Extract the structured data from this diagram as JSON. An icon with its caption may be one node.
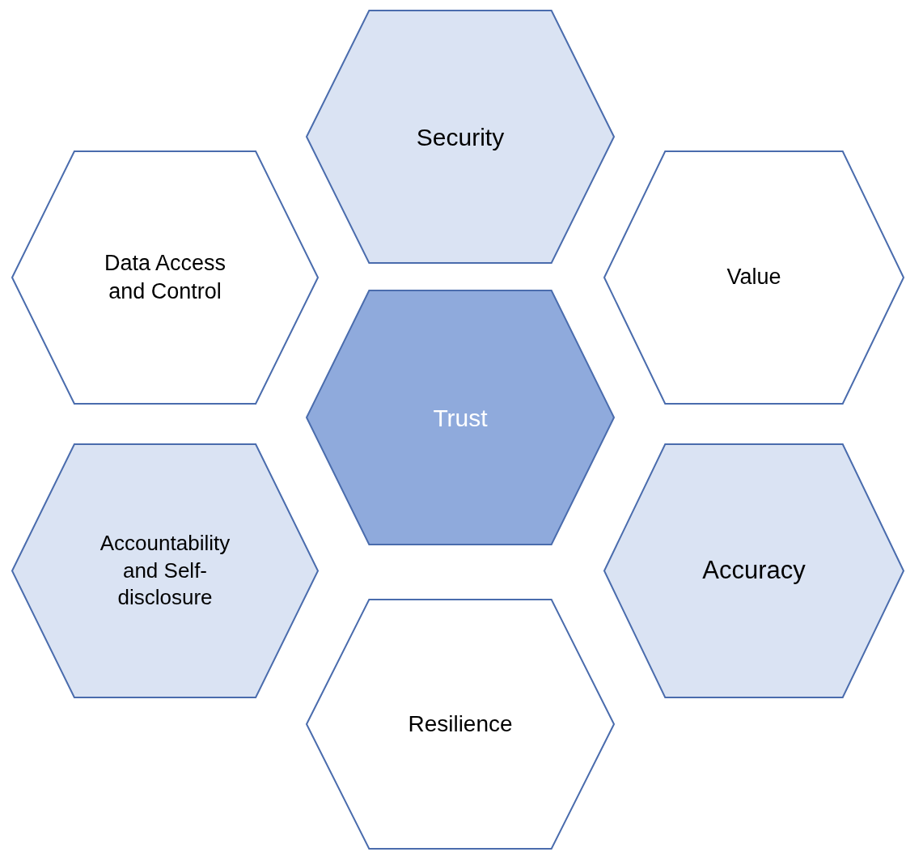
{
  "diagram": {
    "nodes": [
      {
        "text": [
          "Security"
        ]
      },
      {
        "text": [
          "Data Access and Control"
        ]
      },
      {
        "text": [
          "Value"
        ]
      },
      {
        "text": [
          "Trust"
        ]
      },
      {
        "text": [
          "Accountability and Self-disclosure"
        ]
      },
      {
        "text": [
          "Accuracy"
        ]
      },
      {
        "text": [
          "Resilience"
        ]
      }
    ]
  }
}
